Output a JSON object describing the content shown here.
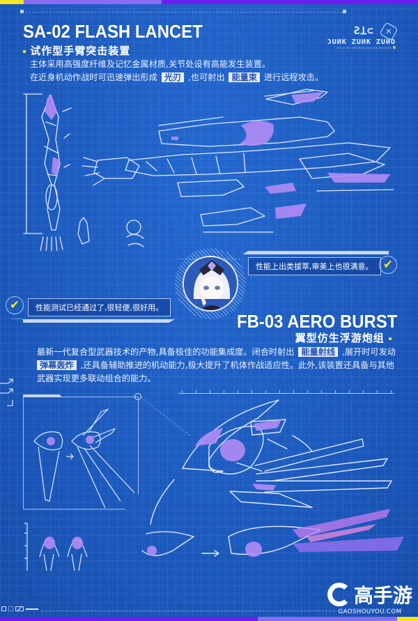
{
  "colors": {
    "background": "#1d5fc4",
    "accent_yellow": "#f4e520",
    "accent_lilac": "#8a6cf2",
    "accent_violet": "#6a1ff0",
    "sketch_purple": "#b28cf5",
    "highlight_bg": "#e8eef8"
  },
  "section1": {
    "title": "SA-02 FLASH LANCET",
    "subtitle": "试作型手臂突击装置",
    "paragraph": {
      "line1": "主体采用高强度纤维及记忆金属材质,关节处设有高能发生装置。",
      "line2_pre": "在近身机动作战时可迅速弹出形成",
      "highlight1": "光刃",
      "line2_mid": ",也可射出",
      "highlight2": "能量束",
      "line2_post": "进行远程攻击。"
    }
  },
  "brand_mark": {
    "glyph_row1": "ƧꞱ⊂",
    "hex_icon": "×",
    "glyph_row2": "ƆUИK ZUИK ZUИO",
    "tiny_text": "STYLIZED WEAPON DESIGN ARCHIVE"
  },
  "comments": {
    "right_bubble": "性能上出类拔萃,审美上也很满意。",
    "left_bubble": "性能测试已经通过了,很轻便,很好用。",
    "check_icon": "✔"
  },
  "section2": {
    "title": "FB-03 AERO BURST",
    "subtitle": "翼型仿生浮游炮组",
    "paragraph": {
      "line1_pre": "最新一代复合型武器技术的产物,具备极佳的功能集成度。闭合时射出",
      "highlight1": "能量射线",
      "line1_post": ",展开时可发动",
      "highlight2": "弹幕轰炸",
      "line2_post": ",还具备辅助推进的机动能力,极大提升了机体作战适应性。此外,该装置还具备与其他",
      "line3": "武器实现更多联动组合的能力。"
    }
  },
  "footer": {
    "icons": [
      "grid-icon",
      "expand-icon",
      "slash-box-icon"
    ],
    "logo_text": "高手游",
    "logo_url": "GAOSHOUYOU.COM"
  }
}
